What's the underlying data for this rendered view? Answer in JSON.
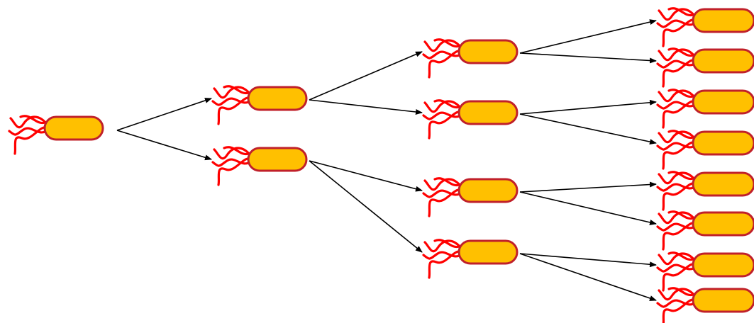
{
  "colors": {
    "body_fill": "#FFC000",
    "body_stroke": "#C0202A",
    "flagella": "#FF0000",
    "arrow": "#000000",
    "background": "#FFFFFF"
  },
  "icon": "bacterium-icon",
  "generations": [
    {
      "generation": 1,
      "count": 1
    },
    {
      "generation": 2,
      "count": 2
    },
    {
      "generation": 3,
      "count": 4
    },
    {
      "generation": 4,
      "count": 8
    }
  ]
}
